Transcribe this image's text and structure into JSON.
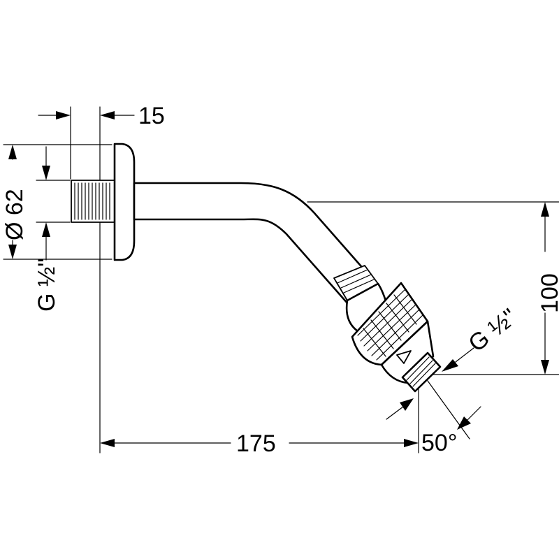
{
  "dimensions": {
    "flange_offset": "15",
    "flange_diameter": "Ø 62",
    "wall_thread": "G ½\"",
    "outlet_thread": "G ½\"",
    "arm_length": "175",
    "drop_height": "100",
    "outlet_angle": "50°"
  }
}
